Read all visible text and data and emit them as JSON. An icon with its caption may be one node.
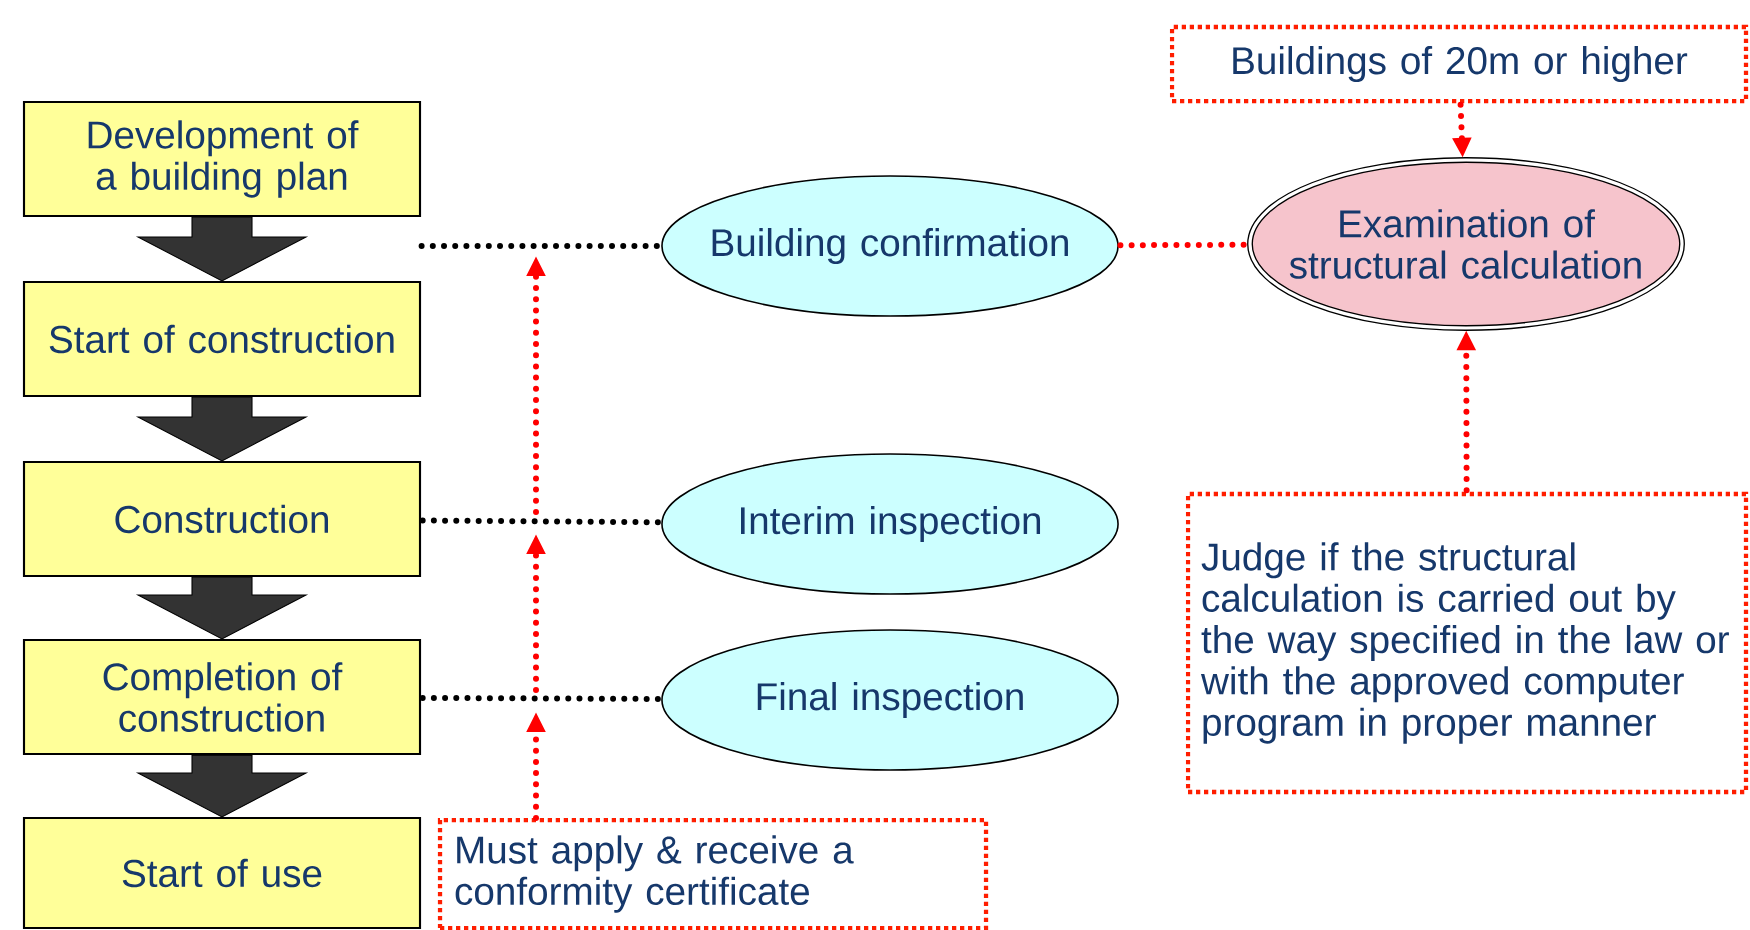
{
  "diagram": {
    "nodes": [
      {
        "text": [
          "Development of a building plan"
        ]
      },
      {
        "text": [
          "Start of construction"
        ]
      },
      {
        "text": [
          "Construction"
        ]
      },
      {
        "text": [
          "Completion of construction"
        ]
      },
      {
        "text": [
          "Start of use"
        ]
      },
      {
        "text": [
          "Building confirmation"
        ]
      },
      {
        "text": [
          "Interim inspection"
        ]
      },
      {
        "text": [
          "Final inspection"
        ]
      },
      {
        "text": [
          "Examination of structural calculation"
        ]
      },
      {
        "text": [
          "Buildings of 20m or higher"
        ]
      },
      {
        "text": [
          "Judge if the structural calculation is carried out by the way specified in the law or with the approved computer program in proper manner"
        ]
      },
      {
        "text": [
          "Must apply & receive a conformity certificate"
        ]
      }
    ],
    "edges": [
      {
        "from": 0,
        "to": 1,
        "arrow": "to",
        "style": "thick",
        "color": "#333333"
      },
      {
        "from": 1,
        "to": 2,
        "arrow": "to",
        "style": "thick",
        "color": "#333333"
      },
      {
        "from": 2,
        "to": 3,
        "arrow": "to",
        "style": "thick",
        "color": "#333333"
      },
      {
        "from": 3,
        "to": 4,
        "arrow": "to",
        "style": "thick",
        "color": "#333333"
      },
      {
        "from": null,
        "to": 5,
        "arrow": "none",
        "style": "dashed",
        "color": "#000000"
      },
      {
        "from": 2,
        "to": 6,
        "arrow": "none",
        "style": "dashed",
        "color": "#000000"
      },
      {
        "from": 3,
        "to": 7,
        "arrow": "none",
        "style": "dashed",
        "color": "#000000"
      },
      {
        "from": 5,
        "to": 8,
        "arrow": "none",
        "style": "dashed",
        "color": "#ff0000"
      },
      {
        "from": 9,
        "to": 8,
        "arrow": "to",
        "style": "dashed",
        "color": "#ff0000"
      },
      {
        "from": 10,
        "to": 8,
        "arrow": "to",
        "style": "dashed",
        "color": "#ff0000"
      },
      {
        "from": 11,
        "to": null,
        "arrow": "to",
        "style": "dashed",
        "color": "#ff0000"
      }
    ]
  }
}
